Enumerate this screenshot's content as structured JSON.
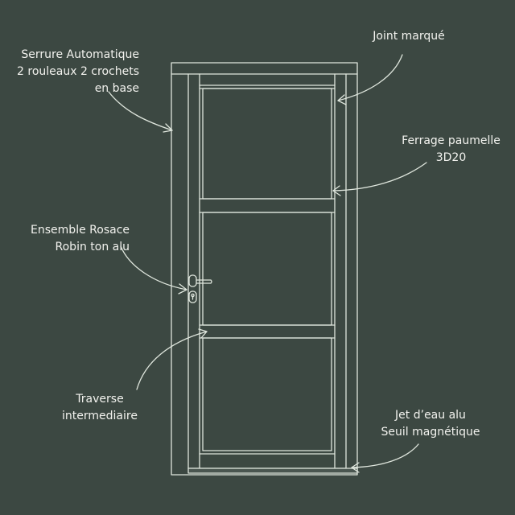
{
  "colors": {
    "background": "#3c4842",
    "line": "#dfe6dd"
  },
  "annotations": {
    "serrure": {
      "lines": [
        "Serrure Automatique",
        "2 rouleaux 2 crochets",
        "en base"
      ]
    },
    "joint": {
      "lines": [
        "Joint marqué"
      ]
    },
    "ferrage": {
      "lines": [
        "Ferrage paumelle",
        "3D20"
      ]
    },
    "rosace": {
      "lines": [
        "Ensemble Rosace",
        "Robin ton alu"
      ]
    },
    "traverse": {
      "lines": [
        "Traverse",
        "intermediaire"
      ]
    },
    "seuil": {
      "lines": [
        "Jet d’eau alu",
        "Seuil magnétique"
      ]
    }
  }
}
